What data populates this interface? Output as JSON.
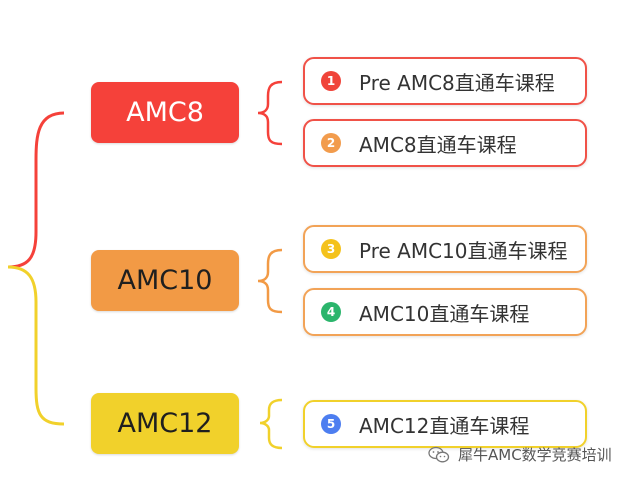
{
  "levels": [
    {
      "label": "AMC8",
      "color": "#f5413a"
    },
    {
      "label": "AMC10",
      "color": "#f29a45"
    },
    {
      "label": "AMC12",
      "color": "#f1d12b"
    }
  ],
  "courses": [
    {
      "num": "1",
      "label": "Pre AMC8直通车课程",
      "border": "#f05248",
      "badge": "#f0443a"
    },
    {
      "num": "2",
      "label": "AMC8直通车课程",
      "border": "#f05248",
      "badge": "#f29c4d"
    },
    {
      "num": "3",
      "label": "Pre AMC10直通车课程",
      "border": "#f2a357",
      "badge": "#f4c21c"
    },
    {
      "num": "4",
      "label": "AMC10直通车课程",
      "border": "#f2a357",
      "badge": "#2bb56c"
    },
    {
      "num": "5",
      "label": "AMC12直通车课程",
      "border": "#f1d12b",
      "badge": "#4d7ef0"
    }
  ],
  "watermark": {
    "text": "犀牛AMC数学竞赛培训",
    "icon": "wechat-icon"
  }
}
